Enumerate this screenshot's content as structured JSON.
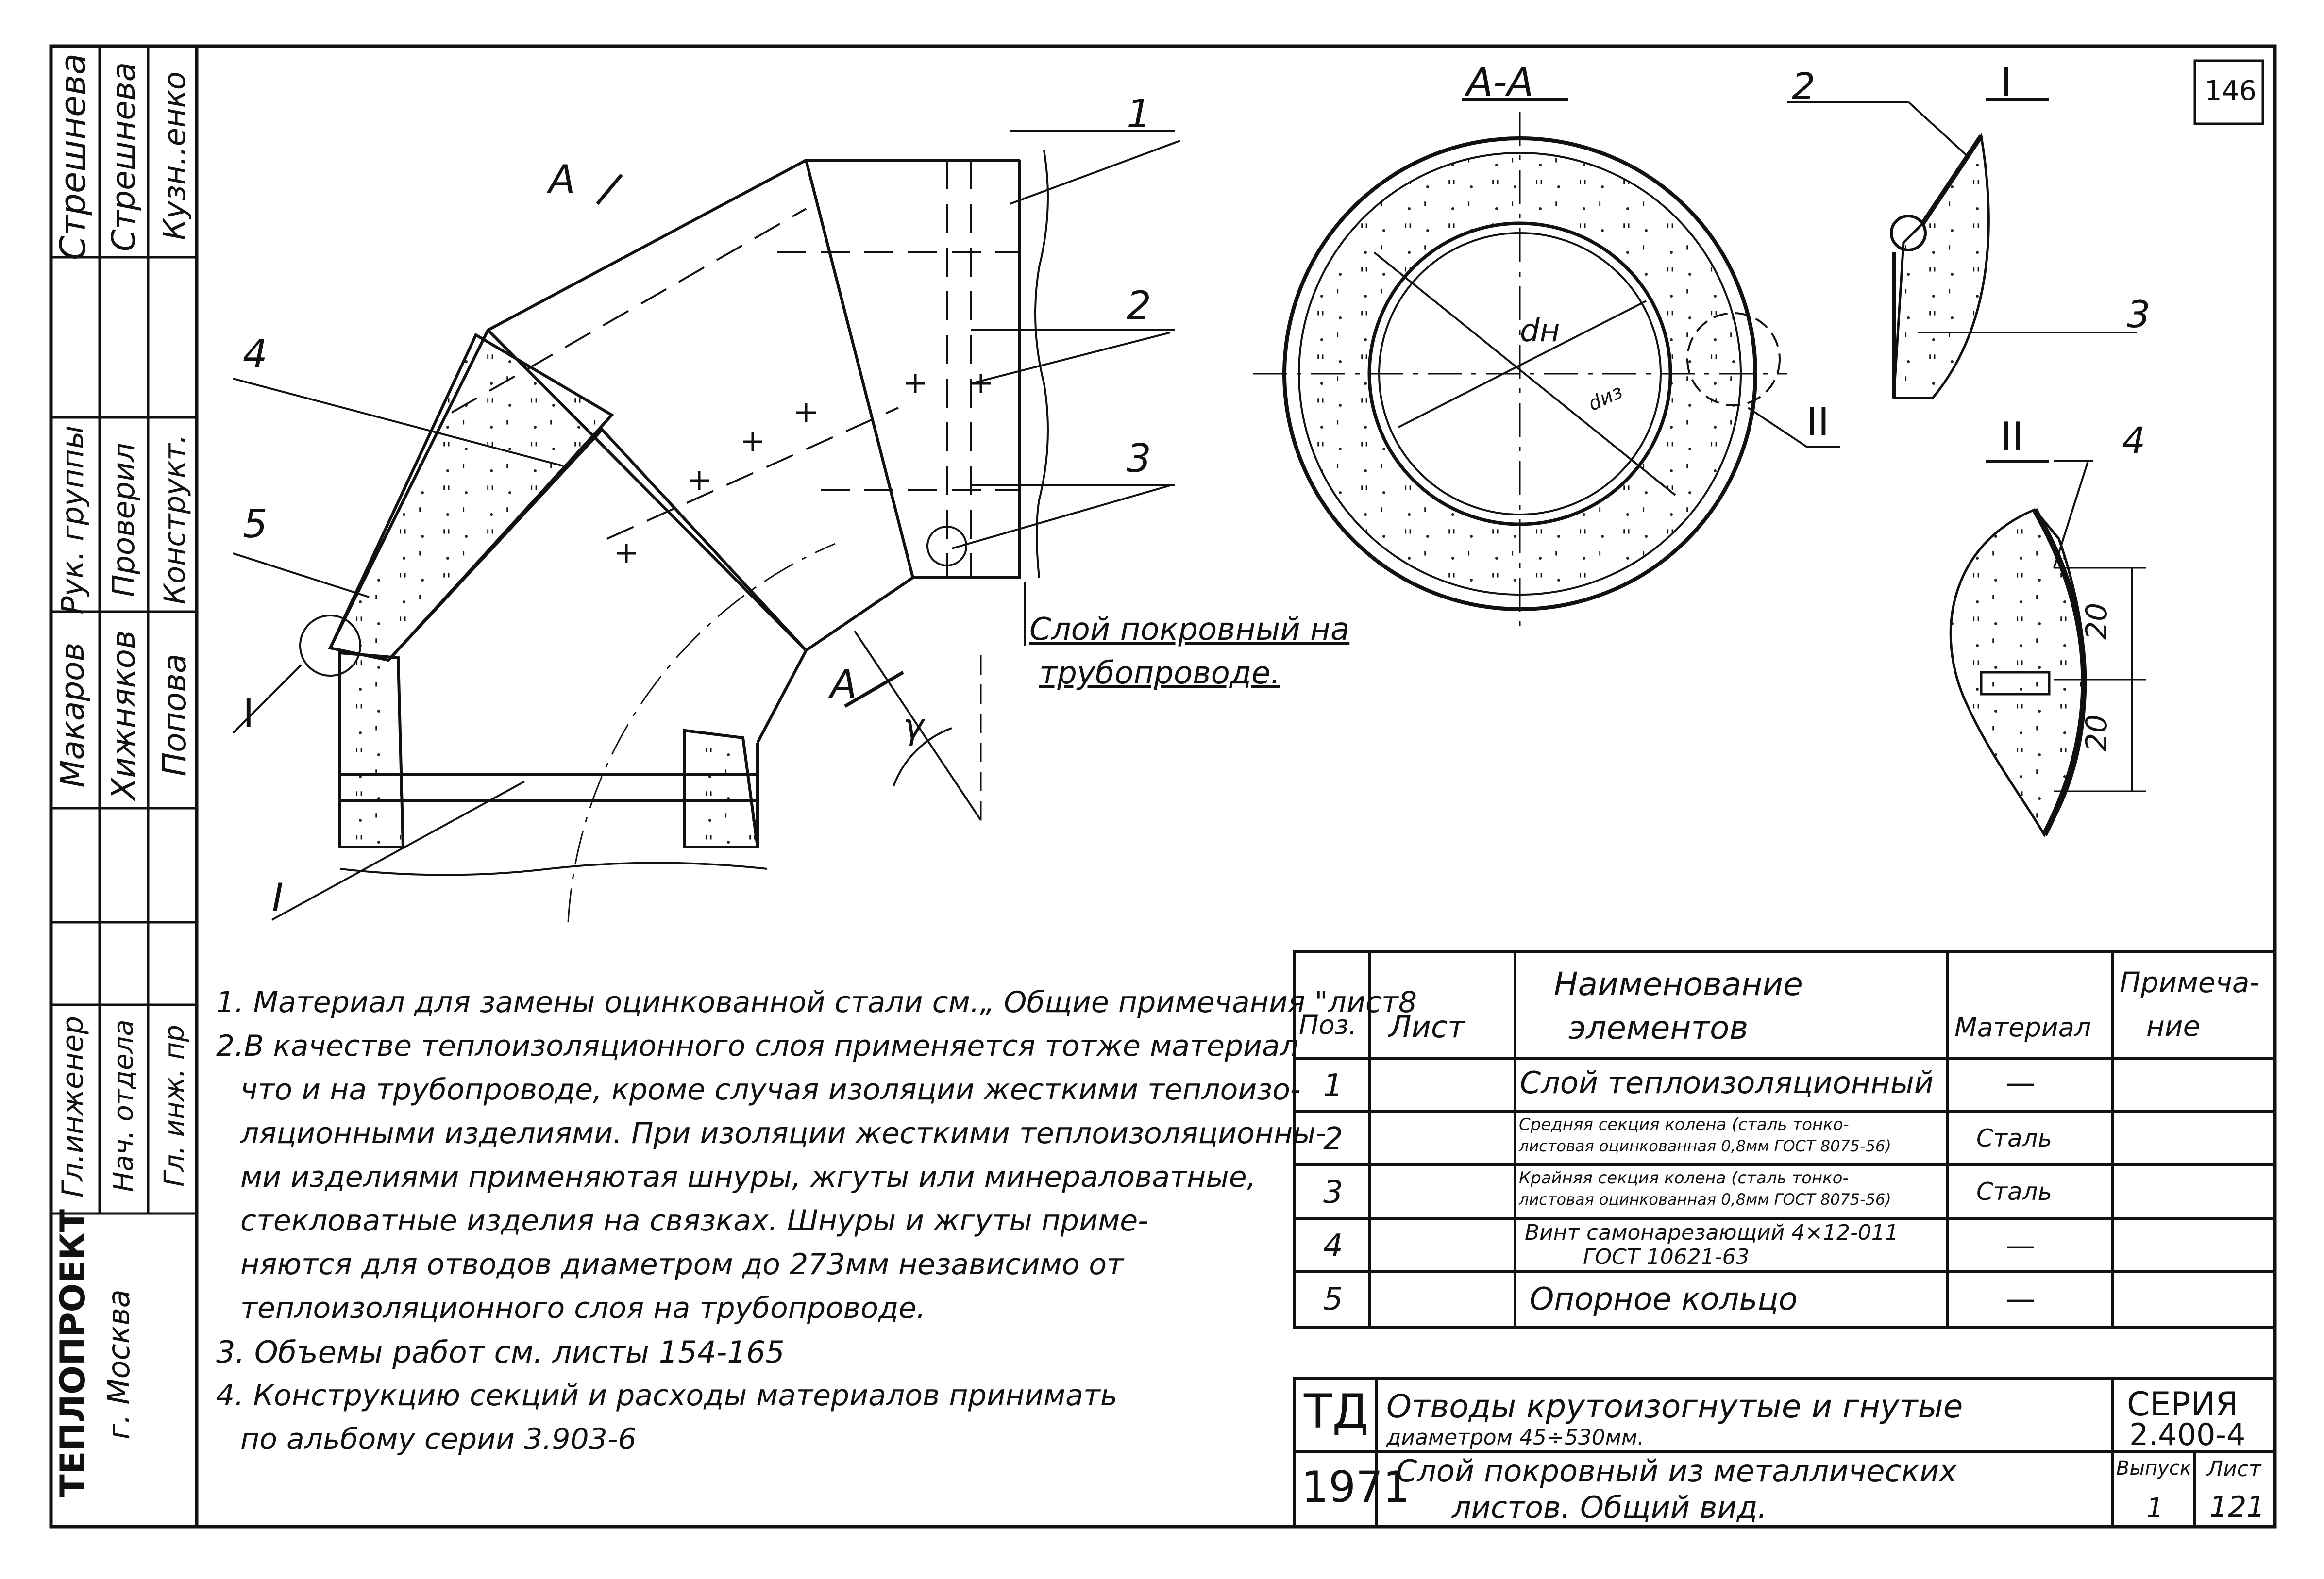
{
  "sheet_number": "146",
  "side_stamp": {
    "rows": [
      {
        "role": "Гл.инженер",
        "name": "",
        "sign": ""
      },
      {
        "role": "Нач. отдела",
        "name": "",
        "sign": ""
      },
      {
        "role": "Гл. инж. пр",
        "name": "",
        "sign": ""
      }
    ],
    "col1": [
      "Стрешнева",
      "Макаров",
      "Рук. группы"
    ],
    "col2": [
      "Стрешнева",
      "Хижняков",
      "Проверил"
    ],
    "col3": [
      "Кузн..енко",
      "Попова",
      "Конструкт."
    ],
    "org": "ТЕПЛОПРОЕКТ",
    "city": "г. Москва"
  },
  "drawing": {
    "callouts": [
      "1",
      "2",
      "3",
      "4",
      "5",
      "I",
      "I",
      "II",
      "II",
      "2",
      "3",
      "4"
    ],
    "section_labels": {
      "aa": "А-А",
      "a1": "А",
      "a2": "А",
      "view1": "I",
      "view2": "II"
    },
    "cover_label_line1": "Слой покровный на",
    "cover_label_line2": "трубопроводе.",
    "dim_20_a": "20",
    "dim_20_b": "20",
    "dh_label": "dн",
    "diz_label": "dиз",
    "gamma": "γ"
  },
  "notes": [
    "1. Материал для замены оцинкованной стали см.„ Общие примечания \"лист8",
    "2.В качестве теплоизоляционного слоя применяется тотже материал",
    "что и на трубопроводе, кроме случая изоляции жесткими теплоизо-",
    "ляционными изделиями. При изоляции жесткими теплоизоляционны-",
    "ми изделиями применяютая шнуры, жгуты или минераловатные,",
    "стекловатные изделия на связках. Шнуры и жгуты приме-",
    "няются для отводов диаметром до 273мм независимо от",
    "теплоизоляционного слоя на трубопроводе.",
    "3. Объемы работ см. листы 154-165",
    "4. Конструкцию секций и расходы материалов принимать",
    "по альбому серии 3.903-6"
  ],
  "spec_table": {
    "headers": {
      "pos": "Поз.",
      "sheet": "Лист",
      "name_line1": "Наименование",
      "name_line2": "элементов",
      "material": "Материал",
      "note_line1": "Примеча-",
      "note_line2": "ние"
    },
    "rows": [
      {
        "pos": "1",
        "name_line1": "Слой теплоизоляционный",
        "name_line2": "",
        "material": "—"
      },
      {
        "pos": "2",
        "name_line1": "Средняя секция колена (сталь тонко-",
        "name_line2": "листовая оцинкованная 0,8мм ГОСТ 8075-56)",
        "material": "Сталь"
      },
      {
        "pos": "3",
        "name_line1": "Крайняя секция колена (сталь тонко-",
        "name_line2": "листовая оцинкованная 0,8мм ГОСТ 8075-56)",
        "material": "Сталь"
      },
      {
        "pos": "4",
        "name_line1": "Винт самонарезающий 4×12-011",
        "name_line2": "ГОСТ 10621-63",
        "material": "—"
      },
      {
        "pos": "5",
        "name_line1": "Опорное кольцо",
        "name_line2": "",
        "material": "—"
      }
    ]
  },
  "title_block": {
    "org_code": "ТД",
    "year": "1971",
    "title_line1": "Отводы крутоизогнутые и гнутые",
    "title_line2": "диаметром 45÷530мм.",
    "subtitle_line1": "Слой покровный из металлических",
    "subtitle_line2": "листов. Общий вид.",
    "series_label": "СЕРИЯ",
    "series_value": "2.400-4",
    "issue_label": "Выпуск",
    "issue_value": "1",
    "sheet_label": "Лист",
    "sheet_value": "121"
  }
}
